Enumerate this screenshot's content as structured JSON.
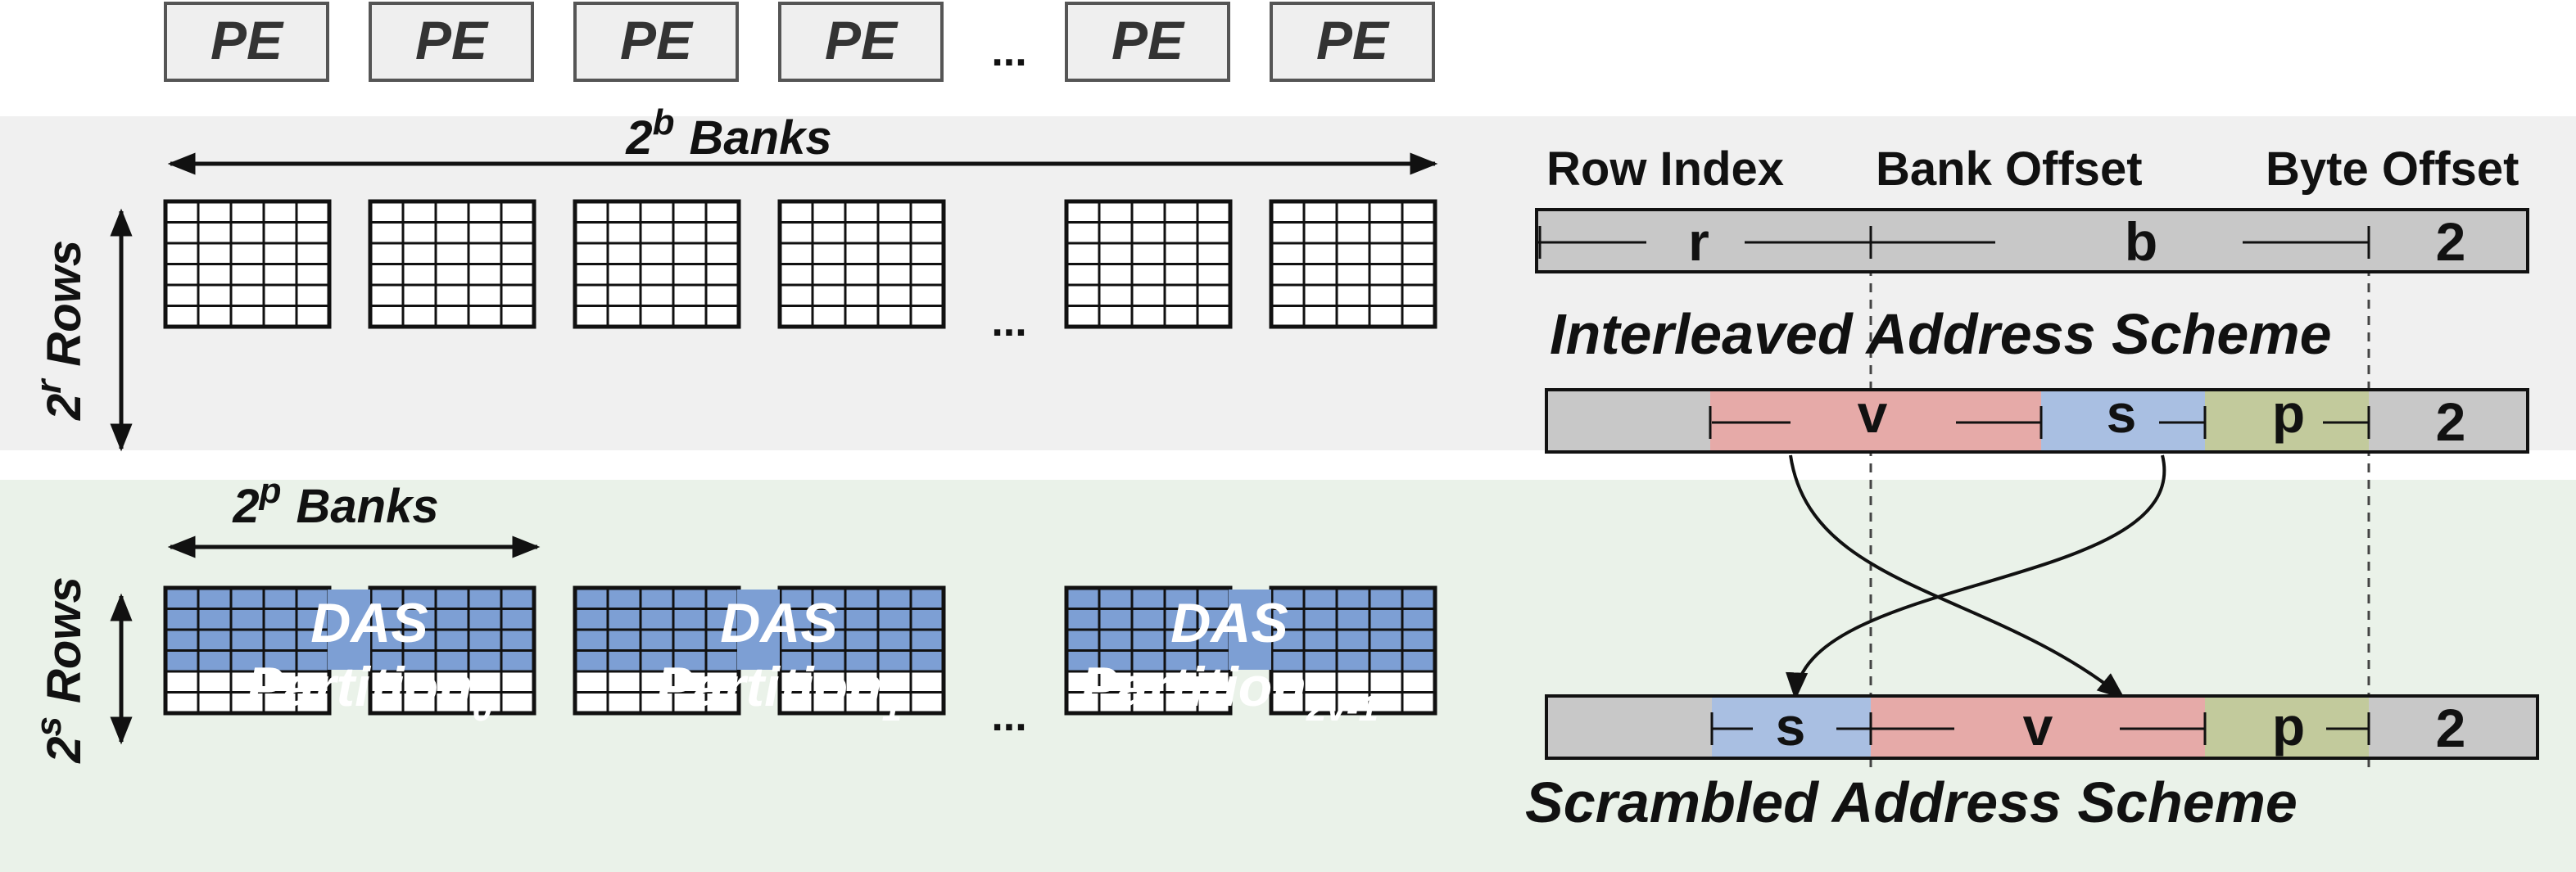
{
  "colors": {
    "top_band": "#f0f0f0",
    "bottom_band": "#eaf2e9",
    "pe_box": "#efefef",
    "bar_gray": "#c8c8c8",
    "field_v": "#e6aaa8",
    "field_s": "#a9bfe2",
    "field_p": "#c2ca9c",
    "partition": "#7d9fd4"
  },
  "pe_boxes": [
    "PE",
    "PE",
    "PE",
    "PE",
    "PE",
    "PE"
  ],
  "ellipsis": "...",
  "banks_label": {
    "base": "2",
    "exp": "b",
    "text": "Banks"
  },
  "rows_label": {
    "base": "2",
    "exp": "r",
    "text": "Rows"
  },
  "partition_banks_label": {
    "base": "2",
    "exp": "p",
    "text": "Banks"
  },
  "partition_rows_label": {
    "base": "2",
    "exp": "s",
    "text": "Rows"
  },
  "partitions": [
    {
      "line1": "DAS",
      "line2": "Partition",
      "sub": "0"
    },
    {
      "line1": "DAS",
      "line2": "Partition",
      "sub": "1"
    },
    {
      "line1": "DAS",
      "line2": "Partition",
      "sub": "2v-1"
    }
  ],
  "address_headers": {
    "row_index": "Row Index",
    "bank_offset": "Bank Offset",
    "byte_offset": "Byte Offset"
  },
  "interleaved_fields": {
    "r": "r",
    "b": "b",
    "byte": "2"
  },
  "interleaved_title": "Interleaved Address Scheme",
  "das_fields": {
    "v": "v",
    "s": "s",
    "p": "p",
    "byte": "2"
  },
  "scrambled_fields": {
    "s": "s",
    "v": "v",
    "p": "p",
    "byte": "2"
  },
  "scrambled_title": "Scrambled Address Scheme"
}
